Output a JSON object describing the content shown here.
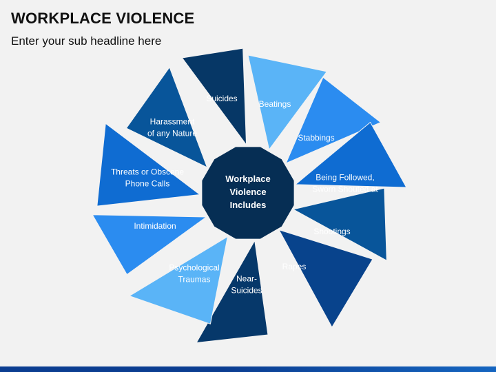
{
  "header": {
    "title": "WORKPLACE VIOLENCE",
    "subtitle": "Enter your sub headline here"
  },
  "center": {
    "lines": [
      "Workplace",
      "Violence",
      "Includes"
    ],
    "color": "#062e54"
  },
  "petals": [
    {
      "lines": [
        "Suicides"
      ],
      "color": "#063766"
    },
    {
      "lines": [
        "Beatings"
      ],
      "color": "#5ab4f7"
    },
    {
      "lines": [
        "Stabbings"
      ],
      "color": "#2b8cf0"
    },
    {
      "lines": [
        "Being Followed,",
        "Sworn Shouted at"
      ],
      "color": "#0f6cd2"
    },
    {
      "lines": [
        "Shootings"
      ],
      "color": "#08559a"
    },
    {
      "lines": [
        "Rapes"
      ],
      "color": "#08438c"
    },
    {
      "lines": [
        "Near-",
        "Suicides"
      ],
      "color": "#06386a"
    },
    {
      "lines": [
        "Psychological",
        "Traumas"
      ],
      "color": "#5ab4f7"
    },
    {
      "lines": [
        "Intimidation"
      ],
      "color": "#2b8cf0"
    },
    {
      "lines": [
        "Threats or Obscene",
        "Phone Calls"
      ],
      "color": "#0f6cd2"
    },
    {
      "lines": [
        "Harassment",
        "of any Nature"
      ],
      "color": "#08559a"
    }
  ],
  "accent": "#0b3d91"
}
